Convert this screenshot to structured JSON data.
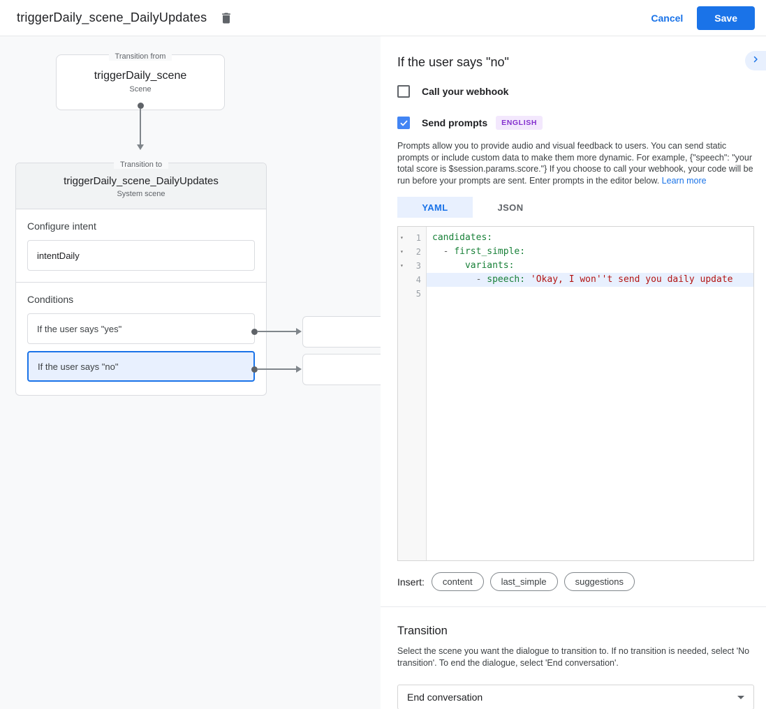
{
  "header": {
    "title": "triggerDaily_scene_DailyUpdates",
    "cancel_label": "Cancel",
    "save_label": "Save"
  },
  "canvas": {
    "from_box": {
      "legend": "Transition from",
      "title": "triggerDaily_scene",
      "subtitle": "Scene"
    },
    "to_box": {
      "legend": "Transition to",
      "title": "triggerDaily_scene_DailyUpdates",
      "subtitle": "System scene",
      "intent": {
        "heading": "Configure intent",
        "value": "intentDaily"
      },
      "conditions": {
        "heading": "Conditions",
        "items": [
          {
            "label": "If the user says \"yes\"",
            "selected": false
          },
          {
            "label": "If the user says \"no\"",
            "selected": true
          }
        ]
      }
    }
  },
  "panel": {
    "title": "If the user says \"no\"",
    "webhook": {
      "label": "Call your webhook",
      "checked": false
    },
    "prompts": {
      "label": "Send prompts",
      "checked": true,
      "badge": "ENGLISH"
    },
    "description": "Prompts allow you to provide audio and visual feedback to users. You can send static prompts or include custom data to make them more dynamic. For example, {\"speech\": \"your total score is $session.params.score.\"} If you choose to call your webhook, your code will be run before your prompts are sent. Enter prompts in the editor below. ",
    "learn_more": "Learn more",
    "tabs": [
      {
        "label": "YAML"
      },
      {
        "label": "JSON"
      }
    ],
    "editor": {
      "gutter": [
        {
          "fold": "▾",
          "num": "1"
        },
        {
          "fold": "▾",
          "num": "2"
        },
        {
          "fold": "▾",
          "num": "3"
        },
        {
          "fold": "",
          "num": "4"
        },
        {
          "fold": "",
          "num": "5"
        }
      ],
      "l1": {
        "key": "candidates:"
      },
      "l2": {
        "indent": "  ",
        "dash": "- ",
        "key": "first_simple:"
      },
      "l3": {
        "indent": "      ",
        "key": "variants:"
      },
      "l4": {
        "indent": "        ",
        "dash": "- ",
        "key": "speech: ",
        "str": "'Okay, I won''t send you daily update"
      }
    },
    "insert": {
      "label": "Insert:",
      "chips": [
        "content",
        "last_simple",
        "suggestions"
      ]
    },
    "transition": {
      "heading": "Transition",
      "description": "Select the scene you want the dialogue to transition to. If no transition is needed, select 'No transition'. To end the dialogue, select 'End conversation'.",
      "dropdown_value": "End conversation"
    }
  },
  "colors": {
    "accent": "#1a73e8",
    "selected_bg": "#e8f0fe",
    "code_key": "#188038",
    "code_string": "#b31412",
    "badge_bg": "#f3e8fd",
    "badge_text": "#8430ce"
  }
}
